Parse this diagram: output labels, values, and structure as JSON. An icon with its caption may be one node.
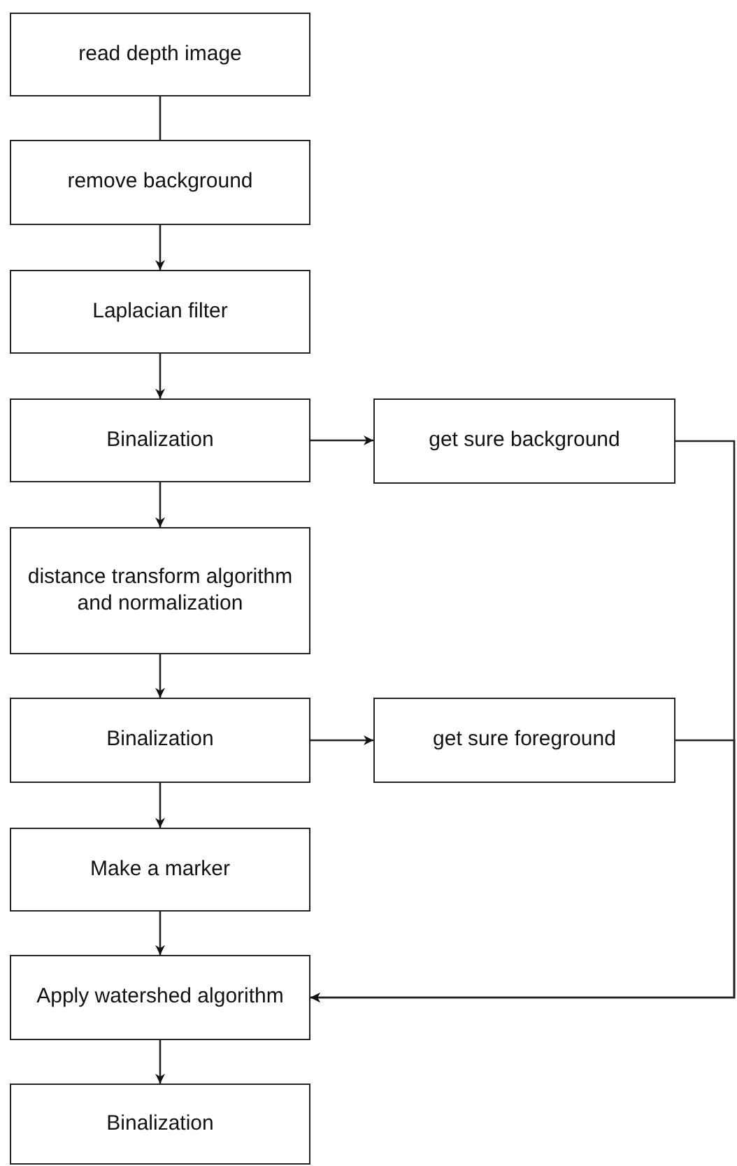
{
  "diagram": {
    "nodes": [
      {
        "text": [
          "read depth image"
        ]
      },
      {
        "text": [
          "remove background"
        ]
      },
      {
        "text": [
          "Laplacian filter"
        ]
      },
      {
        "text": [
          "Binalization"
        ]
      },
      {
        "text": [
          "get sure background"
        ]
      },
      {
        "text": [
          "distance transform algorithm and normalization"
        ]
      },
      {
        "text": [
          "Binalization"
        ]
      },
      {
        "text": [
          "get sure foreground"
        ]
      },
      {
        "text": [
          "Make a marker"
        ]
      },
      {
        "text": [
          "Apply watershed algorithm"
        ]
      },
      {
        "text": [
          "Binalization"
        ]
      }
    ],
    "edges": [
      {
        "from": 0,
        "to": 1,
        "arrow": "none"
      },
      {
        "from": 1,
        "to": 2,
        "arrow": "to"
      },
      {
        "from": 2,
        "to": 3,
        "arrow": "to"
      },
      {
        "from": 3,
        "to": 4,
        "arrow": "to"
      },
      {
        "from": 3,
        "to": 5,
        "arrow": "to"
      },
      {
        "from": 5,
        "to": 6,
        "arrow": "to"
      },
      {
        "from": 6,
        "to": 7,
        "arrow": "to"
      },
      {
        "from": 6,
        "to": 8,
        "arrow": "to"
      },
      {
        "from": 8,
        "to": 9,
        "arrow": "to"
      },
      {
        "from": 4,
        "to": 9,
        "arrow": "to"
      },
      {
        "from": 7,
        "to": 9,
        "arrow": "to"
      },
      {
        "from": 9,
        "to": 10,
        "arrow": "to"
      }
    ]
  }
}
